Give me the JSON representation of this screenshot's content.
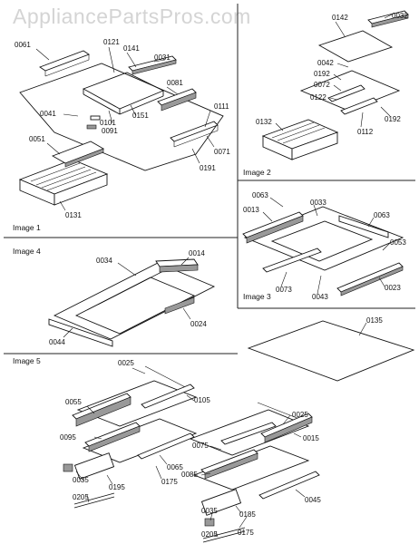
{
  "watermark": "AppliancePartsPros.com",
  "panels": {
    "image1": "Image 1",
    "image2": "Image 2",
    "image3": "Image 3",
    "image4": "Image 4",
    "image5": "Image 5"
  },
  "parts": {
    "p0061": "0061",
    "p0121": "0121",
    "p0141": "0141",
    "p0031": "0031",
    "p0081": "0081",
    "p0041": "0041",
    "p0101": "0101",
    "p0151": "0151",
    "p0091": "0091",
    "p0111": "0111",
    "p0051": "0051",
    "p0071": "0071",
    "p0191": "0191",
    "p0131": "0131",
    "p0142": "0142",
    "p0032": "0032",
    "p0042": "0042",
    "p0192a": "0192",
    "p0072": "0072",
    "p0122": "0122",
    "p0192b": "0192",
    "p0132": "0132",
    "p0112": "0112",
    "p0063": "0063",
    "p0013": "0013",
    "p0033": "0033",
    "p0063b": "0063",
    "p0053": "0053",
    "p0073": "0073",
    "p0043": "0043",
    "p0023": "0023",
    "p0034": "0034",
    "p0014": "0014",
    "p0024": "0024",
    "p0044": "0044",
    "p0135": "0135",
    "p0025a": "0025",
    "p0055": "0055",
    "p0105": "0105",
    "p0095": "0095",
    "p0065": "0065",
    "p0035a": "0035",
    "p0195": "0195",
    "p0175a": "0175",
    "p0205a": "0205",
    "p0025b": "0025",
    "p0075": "0075",
    "p0015": "0015",
    "p0085": "0085",
    "p0045": "0045",
    "p0035b": "0035",
    "p0185": "0185",
    "p0175b": "0175",
    "p0205b": "0205"
  }
}
